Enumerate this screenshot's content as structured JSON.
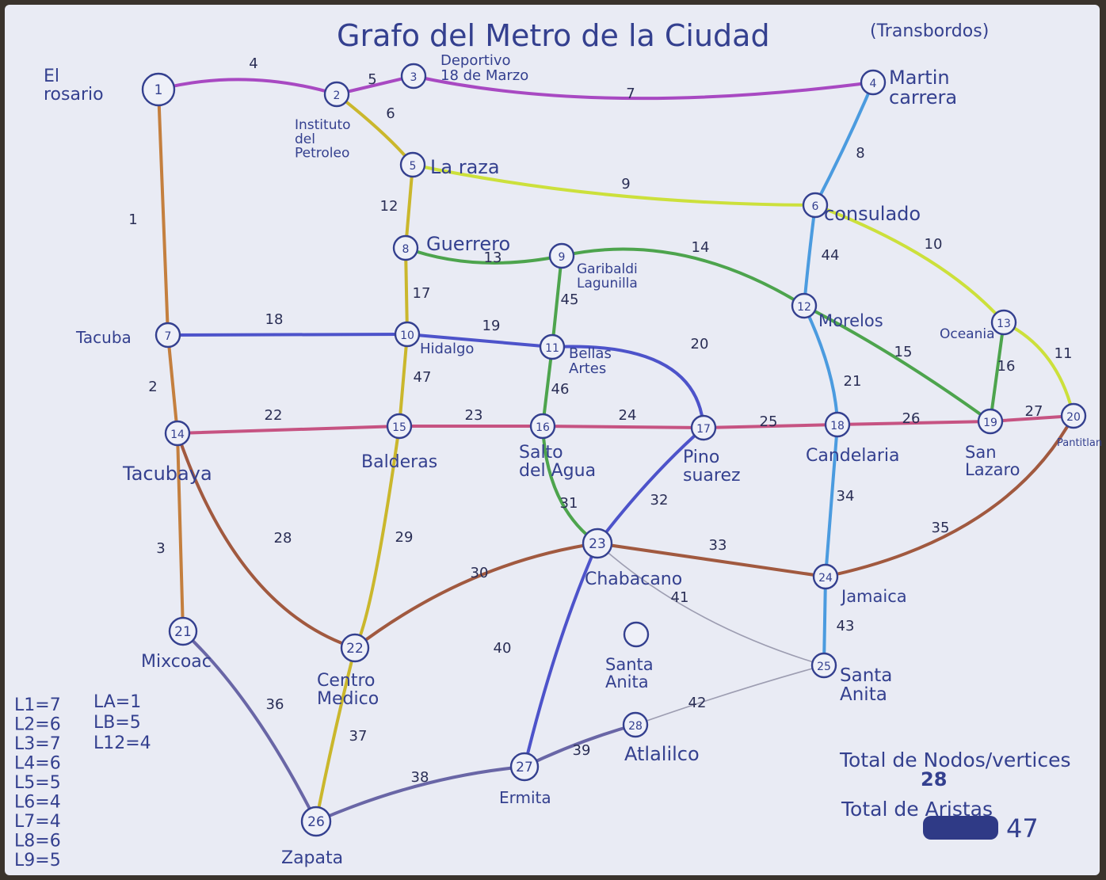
{
  "title": "Grafo del Metro de la Ciudad",
  "title_note": "(Transbordos)",
  "colors": {
    "paper": "#e9ebf4",
    "ink": "#34408f",
    "violet": "#a23bbd",
    "olive": "#c7b21a",
    "yellow_green": "#c9de2a",
    "sky": "#3d94dc",
    "green": "#3f9d3e",
    "blue": "#3f45c6",
    "pink": "#c24577",
    "brown": "#9a4c2f",
    "orange_brown": "#c0752e",
    "slate": "#5d5a9e"
  },
  "nodes": [
    {
      "id": "1",
      "label": "El rosario"
    },
    {
      "id": "2",
      "label": "Instituto del Petroleo"
    },
    {
      "id": "3",
      "label": "Deportivo 18 de Marzo"
    },
    {
      "id": "4",
      "label": "Martin carrera"
    },
    {
      "id": "5",
      "label": "La raza"
    },
    {
      "id": "6",
      "label": "consulado"
    },
    {
      "id": "7",
      "label": "Tacuba"
    },
    {
      "id": "8",
      "label": "Guerrero"
    },
    {
      "id": "9",
      "label": "Garibaldi Lagunilla"
    },
    {
      "id": "10",
      "label": "Hidalgo"
    },
    {
      "id": "11",
      "label": "Bellas Artes"
    },
    {
      "id": "12",
      "label": "Morelos"
    },
    {
      "id": "13",
      "label": "Oceania"
    },
    {
      "id": "14",
      "label": "Tacubaya"
    },
    {
      "id": "15",
      "label": "Balderas"
    },
    {
      "id": "16",
      "label": "Salto del Agua"
    },
    {
      "id": "17",
      "label": "Pino suarez"
    },
    {
      "id": "18",
      "label": "Candelaria"
    },
    {
      "id": "19",
      "label": "San Lazaro"
    },
    {
      "id": "20",
      "label": "Pantitlan"
    },
    {
      "id": "21",
      "label": "Mixcoac"
    },
    {
      "id": "22",
      "label": "Centro Medico"
    },
    {
      "id": "23",
      "label": "Chabacano"
    },
    {
      "id": "24",
      "label": "Jamaica"
    },
    {
      "id": "25",
      "label": "Santa Anita"
    },
    {
      "id": "26",
      "label": "Zapata"
    },
    {
      "id": "27",
      "label": "Ermita"
    },
    {
      "id": "28",
      "label": "Atlalilco"
    },
    {
      "id": "",
      "label": "Santa Anita"
    }
  ],
  "edges": [
    {
      "label": "1",
      "from": "1",
      "to": "7",
      "color": "#c0752e"
    },
    {
      "label": "2",
      "from": "7",
      "to": "14",
      "color": "#c0752e"
    },
    {
      "label": "3",
      "from": "14",
      "to": "21",
      "color": "#c0752e"
    },
    {
      "label": "4",
      "from": "1",
      "to": "2",
      "color": "#a23bbd"
    },
    {
      "label": "5",
      "from": "2",
      "to": "3",
      "color": "#a23bbd"
    },
    {
      "label": "6",
      "from": "2",
      "to": "5",
      "color": "#c7b21a"
    },
    {
      "label": "7",
      "from": "3",
      "to": "4",
      "color": "#a23bbd"
    },
    {
      "label": "8",
      "from": "4",
      "to": "6",
      "color": "#3d94dc"
    },
    {
      "label": "9",
      "from": "5",
      "to": "6",
      "color": "#c9de2a"
    },
    {
      "label": "10",
      "from": "6",
      "to": "13",
      "color": "#c9de2a"
    },
    {
      "label": "11",
      "from": "13",
      "to": "20",
      "color": "#c9de2a"
    },
    {
      "label": "12",
      "from": "5",
      "to": "8",
      "color": "#c7b21a"
    },
    {
      "label": "13",
      "from": "8",
      "to": "9",
      "color": "#3f9d3e"
    },
    {
      "label": "14",
      "from": "9",
      "to": "12",
      "color": "#3f9d3e"
    },
    {
      "label": "15",
      "from": "12",
      "to": "19",
      "color": "#3f9d3e"
    },
    {
      "label": "16",
      "from": "13",
      "to": "19",
      "color": "#3f9d3e"
    },
    {
      "label": "17",
      "from": "8",
      "to": "10",
      "color": "#c7b21a"
    },
    {
      "label": "18",
      "from": "7",
      "to": "10",
      "color": "#3f45c6"
    },
    {
      "label": "19",
      "from": "10",
      "to": "11",
      "color": "#3f45c6"
    },
    {
      "label": "20",
      "from": "11",
      "to": "17",
      "color": "#3f45c6"
    },
    {
      "label": "21",
      "from": "12",
      "to": "18",
      "color": "#3d94dc"
    },
    {
      "label": "22",
      "from": "14",
      "to": "15",
      "color": "#c24577"
    },
    {
      "label": "23",
      "from": "15",
      "to": "16",
      "color": "#c24577"
    },
    {
      "label": "24",
      "from": "16",
      "to": "17",
      "color": "#c24577"
    },
    {
      "label": "25",
      "from": "17",
      "to": "18",
      "color": "#c24577"
    },
    {
      "label": "26",
      "from": "18",
      "to": "19",
      "color": "#c24577"
    },
    {
      "label": "27",
      "from": "19",
      "to": "20",
      "color": "#c24577"
    },
    {
      "label": "28",
      "from": "14",
      "to": "22",
      "color": "#9a4c2f"
    },
    {
      "label": "29",
      "from": "15",
      "to": "22",
      "color": "#c7b21a"
    },
    {
      "label": "30",
      "from": "22",
      "to": "23",
      "color": "#9a4c2f"
    },
    {
      "label": "31",
      "from": "16",
      "to": "23",
      "color": "#3f9d3e"
    },
    {
      "label": "32",
      "from": "17",
      "to": "23",
      "color": "#3f45c6"
    },
    {
      "label": "33",
      "from": "23",
      "to": "24",
      "color": "#9a4c2f"
    },
    {
      "label": "34",
      "from": "18",
      "to": "24",
      "color": "#3d94dc"
    },
    {
      "label": "35",
      "from": "24",
      "to": "20",
      "color": "#9a4c2f"
    },
    {
      "label": "36",
      "from": "21",
      "to": "26",
      "color": "#5d5a9e"
    },
    {
      "label": "37",
      "from": "22",
      "to": "26",
      "color": "#c7b21a"
    },
    {
      "label": "38",
      "from": "26",
      "to": "27",
      "color": "#5d5a9e"
    },
    {
      "label": "39",
      "from": "27",
      "to": "28",
      "color": "#5d5a9e"
    },
    {
      "label": "40",
      "from": "23",
      "to": "27",
      "color": "#3f45c6"
    },
    {
      "label": "41",
      "from": "23",
      "to": "25",
      "color": "#8a8aa0"
    },
    {
      "label": "42",
      "from": "28",
      "to": "25",
      "color": "#8a8aa0"
    },
    {
      "label": "43",
      "from": "24",
      "to": "25",
      "color": "#3d94dc"
    },
    {
      "label": "44",
      "from": "6",
      "to": "12",
      "color": "#3d94dc"
    },
    {
      "label": "45",
      "from": "9",
      "to": "11",
      "color": "#3f9d3e"
    },
    {
      "label": "46",
      "from": "11",
      "to": "16",
      "color": "#3f9d3e"
    },
    {
      "label": "47",
      "from": "10",
      "to": "15",
      "color": "#c7b21a"
    }
  ],
  "legend_left": [
    "L1=7",
    "L2=6",
    "L3=7",
    "L4=6",
    "L5=5",
    "L6=4",
    "L7=4",
    "L8=6",
    "L9=5"
  ],
  "legend_right": [
    "LA=1",
    "LB=5",
    "L12=4"
  ],
  "totals": {
    "nodes_label": "Total de Nodos/vertices",
    "nodes_value": "28",
    "edges_label": "Total de Aristas",
    "edges_value": "47"
  }
}
